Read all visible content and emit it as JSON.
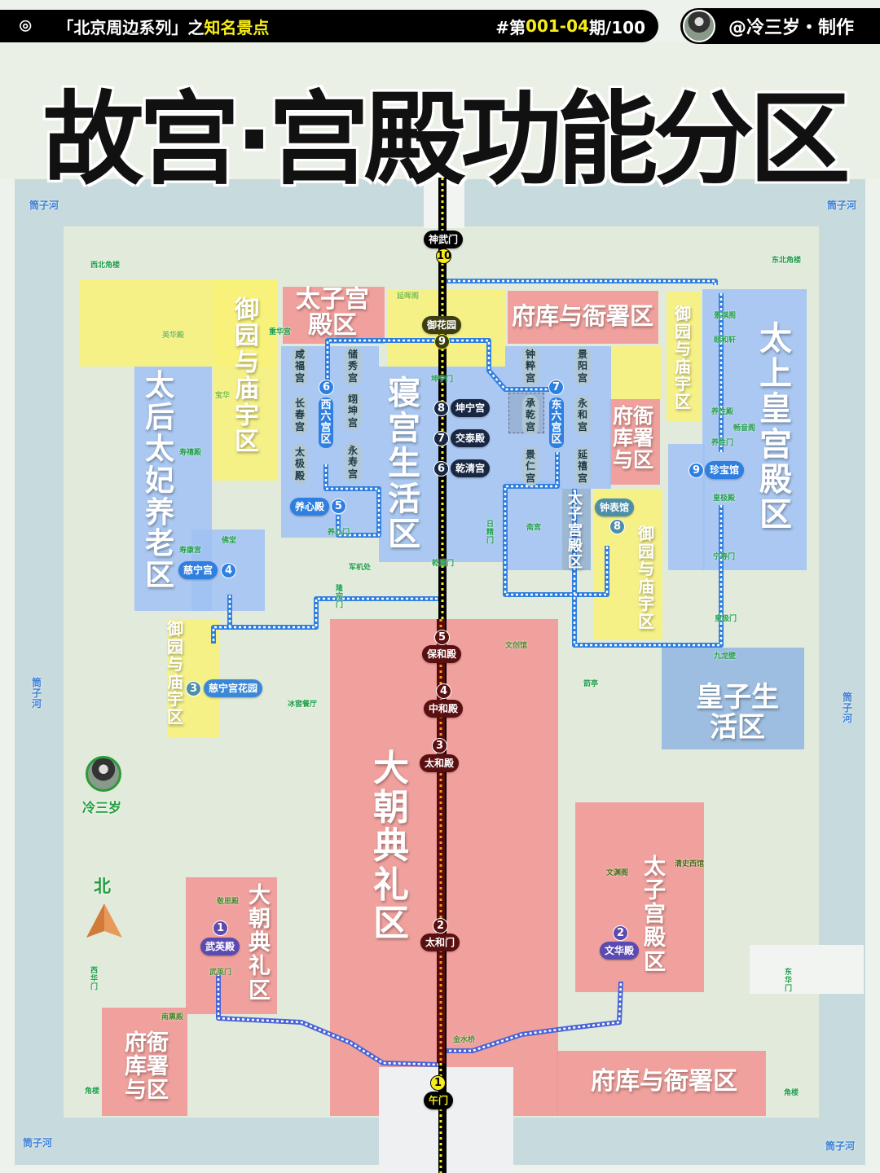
{
  "header": {
    "prefix": "「北京周边系列」之",
    "highlight": "知名景点",
    "issue_prefix": "#第",
    "issue_num": "001-04",
    "issue_suffix": "期/100",
    "author": "@冷三岁・制作"
  },
  "title": "故宫·宫殿功能分区",
  "zones": {
    "nw_garden": "御园与庙宇区",
    "top_prince": "太子宫殿区",
    "top_office": "府库与衙署区",
    "ne_garden": "御园与庙宇区",
    "retired_emperor": "太上皇宫殿区",
    "dowager": "太后太妃养老区",
    "inner_living": "寝宫生活区",
    "west_six": "西六宫区",
    "east_six": "东六宫区",
    "mid_office": "府衙库署与区",
    "mid_prince": "太子宫殿区",
    "clock_garden": "御园与庙宇区",
    "cining_garden": "御园与庙宇区",
    "princes_living": "皇子生活区",
    "grand_ceremony": "大朝典礼区",
    "west_ceremony": "大朝典礼区",
    "se_prince": "太子宫殿区",
    "sw_office": "府衙库署与区",
    "south_office": "府库与衙署区"
  },
  "palaces": [
    "咸福宫",
    "储秀宫",
    "长春宫",
    "翊坤宫",
    "太极殿",
    "永寿宫",
    "钟粹宫",
    "景阳宫",
    "承乾宫",
    "永和宫",
    "景仁宫",
    "延禧宫"
  ],
  "axis_stops": [
    {
      "num": "10",
      "label": "神武门"
    },
    {
      "num": "9",
      "label": "御花园"
    },
    {
      "num": "8",
      "label": "坤宁宫"
    },
    {
      "num": "7",
      "label": "交泰殿"
    },
    {
      "num": "6",
      "label": "乾清宫"
    },
    {
      "num": "5",
      "label": "保和殿"
    },
    {
      "num": "4",
      "label": "中和殿"
    },
    {
      "num": "3",
      "label": "太和殿"
    },
    {
      "num": "2",
      "label": "太和门"
    },
    {
      "num": "1",
      "label": "午门"
    }
  ],
  "side_stops": [
    {
      "num": "1",
      "label": "武英殿"
    },
    {
      "num": "2",
      "label": "文华殿"
    },
    {
      "num": "3",
      "label": "慈宁宫花园"
    },
    {
      "num": "4",
      "label": "慈宁宫"
    },
    {
      "num": "5",
      "label": "养心殿"
    },
    {
      "num": "6"
    },
    {
      "num": "7"
    },
    {
      "num": "8",
      "label": "钟表馆"
    },
    {
      "num": "9",
      "label": "珍宝馆"
    }
  ],
  "rivers": [
    "筒子河",
    "筒子河",
    "筒子河",
    "筒子河",
    "筒子河",
    "筒子河"
  ],
  "map_labels": [
    "西北角楼",
    "东北角楼",
    "英华殿",
    "重华宫",
    "延晖阁",
    "坤宁门",
    "宝华",
    "寿禧殿",
    "佛堂",
    "寿康宫",
    "养心门",
    "军机处",
    "隆宗门",
    "乾清门",
    "日精门",
    "斋宫",
    "文创馆",
    "箭亭",
    "冰窖餐厅",
    "景祺阁",
    "颐和轩",
    "养性殿",
    "畅音阁",
    "养性门",
    "皇极殿",
    "宁寿门",
    "皇极门",
    "九龙壁",
    "敬思殿",
    "武英门",
    "西华门",
    "南熏殿",
    "角楼",
    "金水桥",
    "文渊阁",
    "清史西馆",
    "东华门",
    "角楼"
  ],
  "author_badge": "冷三岁",
  "compass": "北",
  "colors": {
    "garden": "#f8f278",
    "ceremony": "#f19694",
    "living": "#a0c2f5",
    "route": "#2f7fe0",
    "axis": "#000000",
    "accent": "#f7ec1a"
  }
}
